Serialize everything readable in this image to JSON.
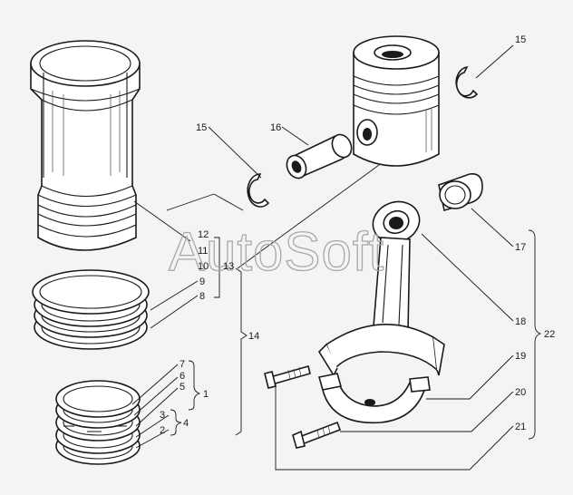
{
  "watermark": "AutoSoft",
  "callouts": {
    "c1": "1",
    "c2": "2",
    "c3": "3",
    "c4": "4",
    "c5": "5",
    "c6": "6",
    "c7": "7",
    "c8": "8",
    "c9": "9",
    "c10": "10",
    "c11": "11",
    "c12": "12",
    "c13": "13",
    "c14": "14",
    "c15a": "15",
    "c15b": "15",
    "c16": "16",
    "c17": "17",
    "c18": "18",
    "c19": "19",
    "c20": "20",
    "c21": "21",
    "c22": "22"
  }
}
